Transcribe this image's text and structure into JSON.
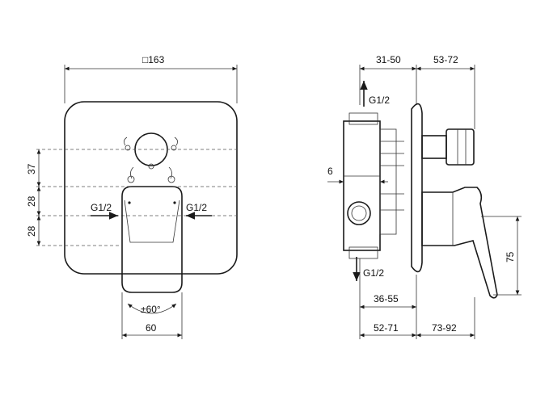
{
  "front_view": {
    "width_label": "□163",
    "dim_37": "37",
    "dim_28_top": "28",
    "dim_28_bottom": "28",
    "inlet_left": "G1/2",
    "inlet_right": "G1/2",
    "rotation": "±60°",
    "lever_width": "60"
  },
  "side_view": {
    "top_depth_a": "31-50",
    "top_depth_b": "53-72",
    "top_port": "G1/2",
    "bottom_port": "G1/2",
    "wall_dim": "6",
    "lever_height": "75",
    "depth_c": "36-55",
    "depth_d": "52-71",
    "depth_e": "73-92"
  }
}
